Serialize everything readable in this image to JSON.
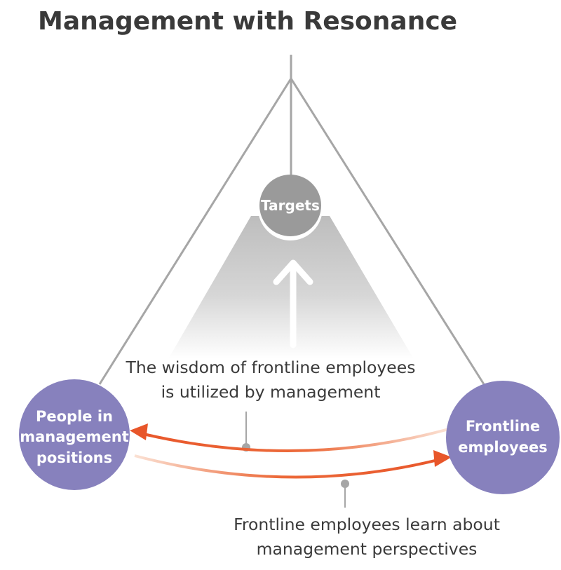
{
  "title": "Management with Resonance",
  "nodes": {
    "targets": {
      "label": "Targets"
    },
    "management": {
      "lines": [
        "People in",
        "management",
        "positions"
      ]
    },
    "frontline": {
      "lines": [
        "Frontline",
        "employees"
      ]
    }
  },
  "captions": {
    "upward": [
      "The wisdom of frontline employees",
      "is utilized by management"
    ],
    "downward": [
      "Frontline employees learn about",
      "management perspectives"
    ]
  },
  "colors": {
    "node_purple": "#8781bd",
    "node_gray": "#9a9a9a",
    "line_gray": "#a6a6a6",
    "arrow_orange": "#e8562a",
    "text_dark": "#3a3a3a"
  }
}
